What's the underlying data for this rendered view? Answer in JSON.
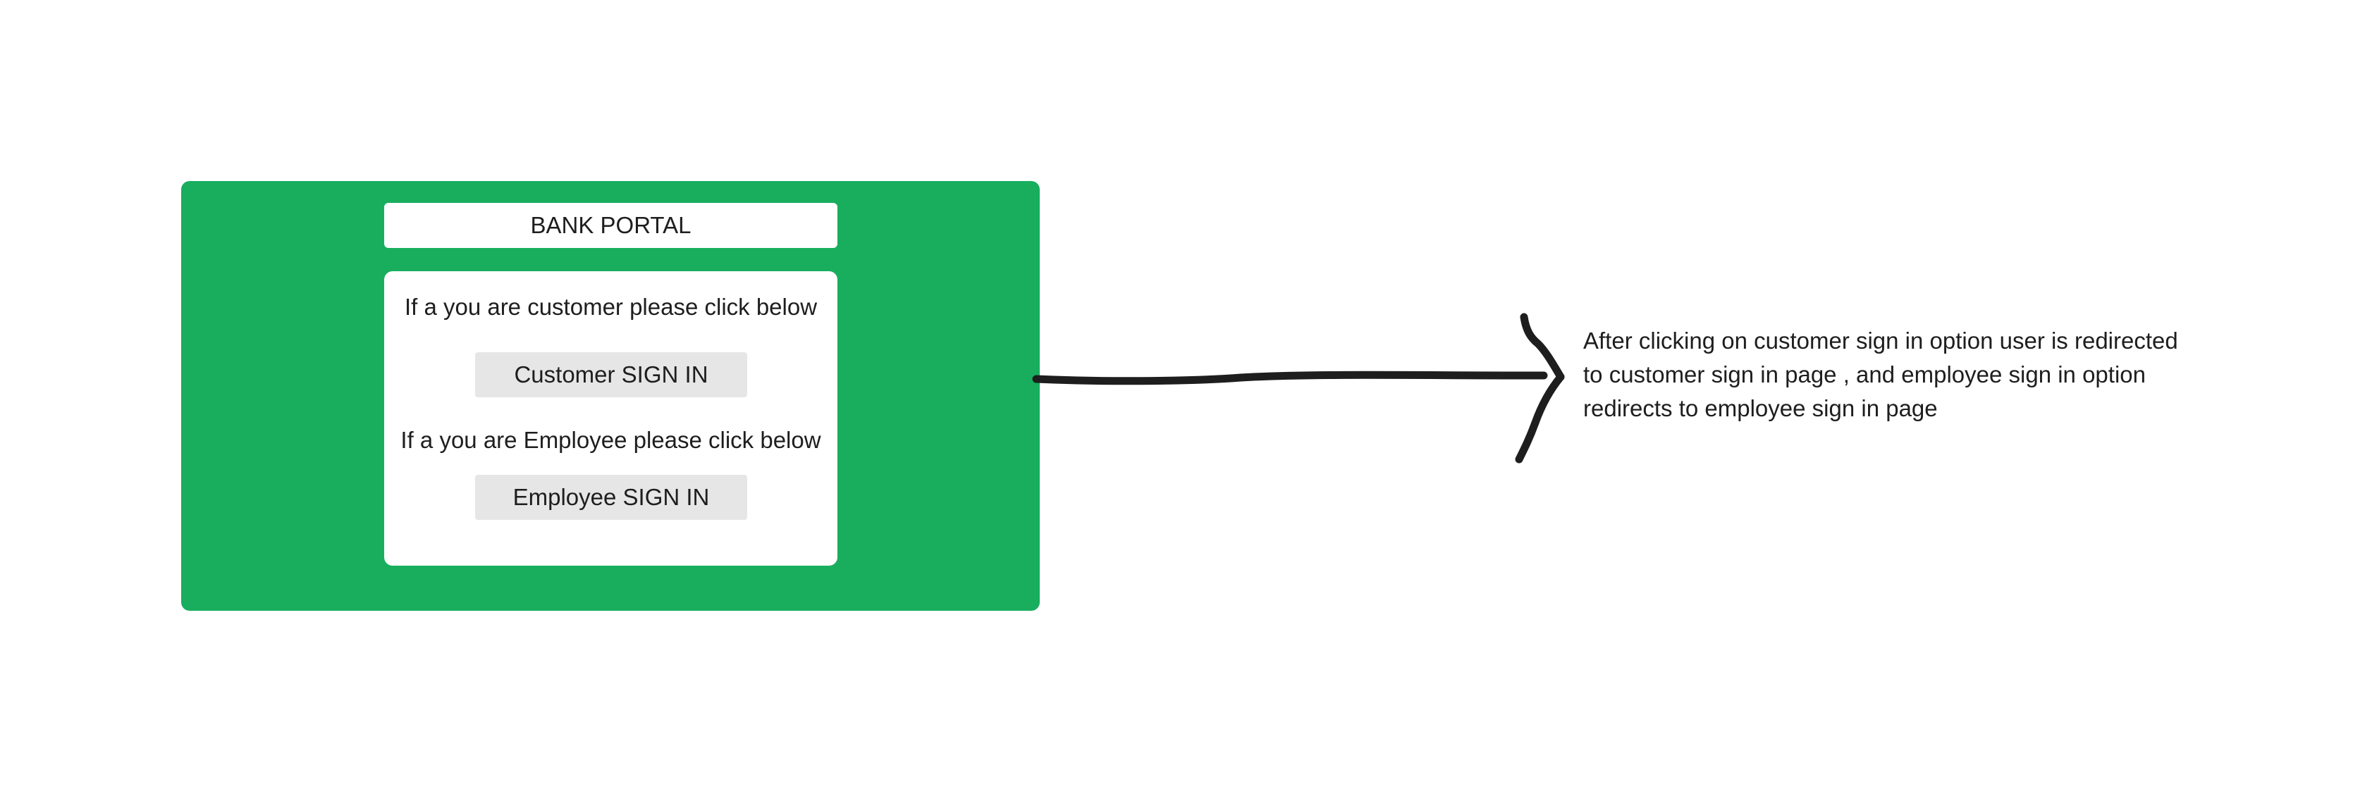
{
  "colors": {
    "panel_green": "#18ae5e",
    "card_white": "#ffffff",
    "button_gray": "#e6e6e6",
    "ink": "#1e1e1e"
  },
  "portal": {
    "title": "BANK PORTAL",
    "customer_prompt": "If a you are customer please click below",
    "customer_button": "Customer SIGN IN",
    "employee_prompt": "If a you are Employee please click below",
    "employee_button": "Employee SIGN IN"
  },
  "annotation": {
    "connector_icon": "hand-drawn-arrow",
    "lines": [
      "After clicking on customer sign in option user is redirected",
      "to customer sign in page , and employee sign in option",
      "redirects to employee sign in page"
    ]
  }
}
